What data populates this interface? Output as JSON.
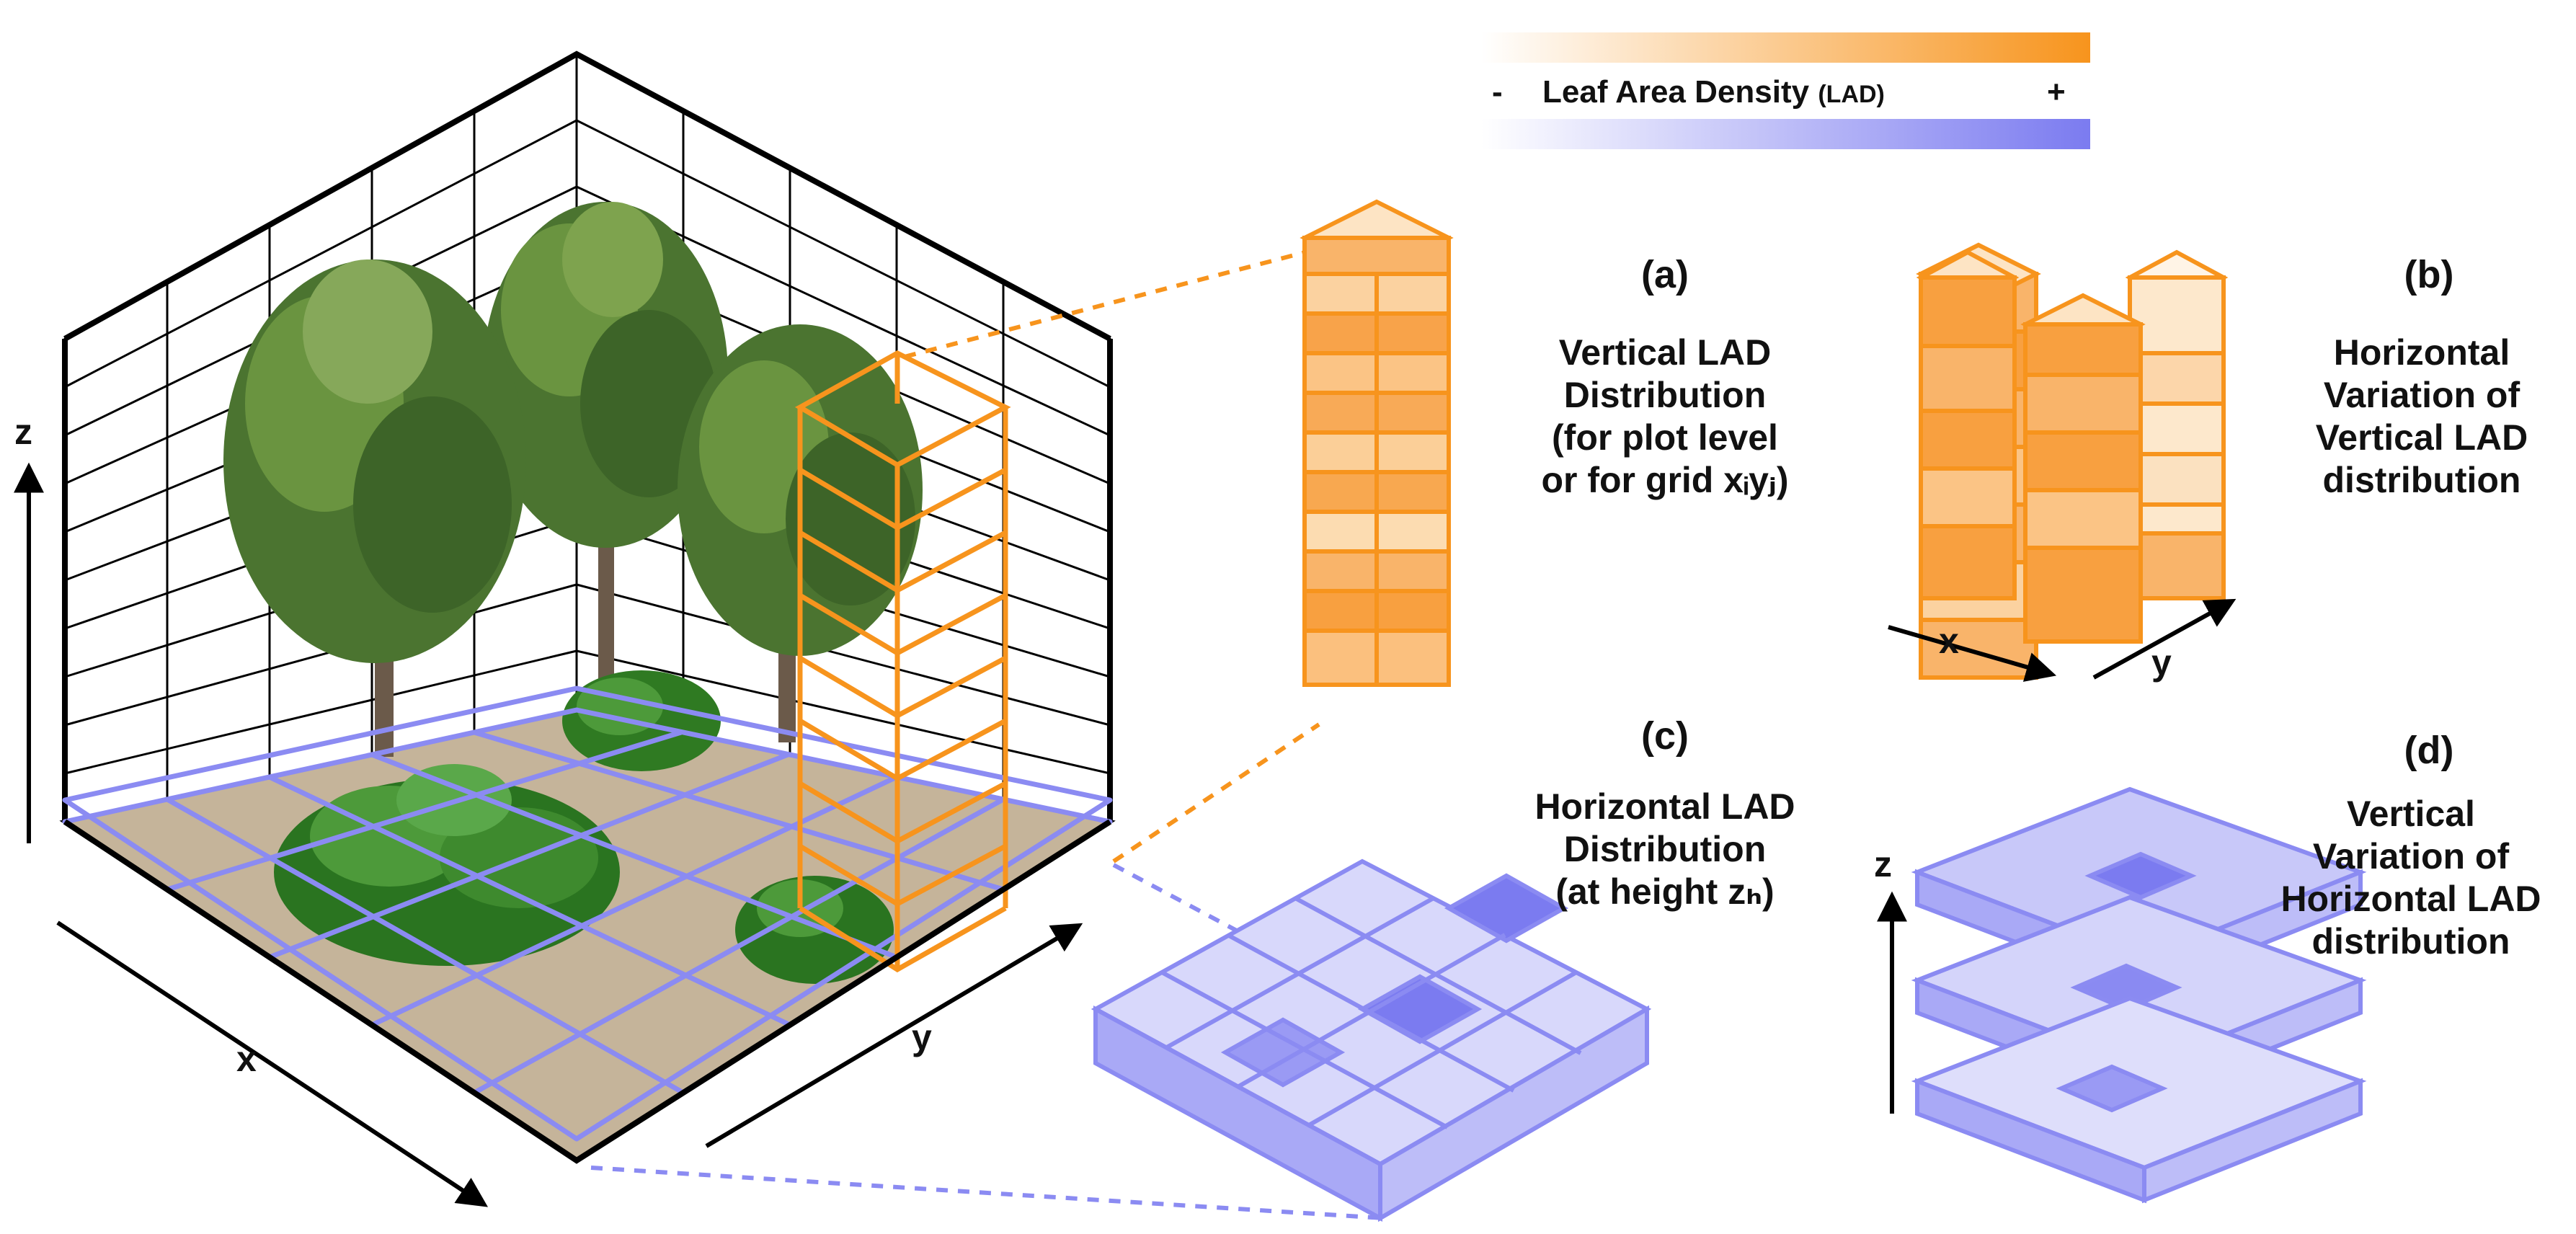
{
  "legend": {
    "minus": "-",
    "title": "Leaf Area Density",
    "abbr": "(LAD)",
    "plus": "+",
    "colors": {
      "orange": "#f7941d",
      "blue": "#7b7bf0",
      "white": "#ffffff"
    }
  },
  "axes": {
    "main_z": "z",
    "main_x": "x",
    "main_y": "y",
    "b_x": "x",
    "b_y": "y",
    "d_z": "z"
  },
  "panels": {
    "a": {
      "letter": "(a)",
      "desc": "Vertical LAD\nDistribution\n(for plot level\nor for grid xᵢyⱼ)"
    },
    "b": {
      "letter": "(b)",
      "desc": "Horizontal\nVariation of\nVertical LAD\ndistribution"
    },
    "c": {
      "letter": "(c)",
      "desc": "Horizontal LAD\nDistribution\n(at height zₕ)"
    },
    "d": {
      "letter": "(d)",
      "desc": "Vertical\nVariation of\nHorizontal LAD\ndistribution"
    }
  },
  "colors": {
    "grid_line": "#000000",
    "ground": "#c5b49a",
    "orange_stroke": "#f7941d",
    "blue_stroke": "#8b8bf2",
    "tree_dark": "#3f6b2a",
    "tree_mid": "#5e8b3a",
    "tree_light": "#8fae5a",
    "trunk": "#6b5a4a"
  }
}
